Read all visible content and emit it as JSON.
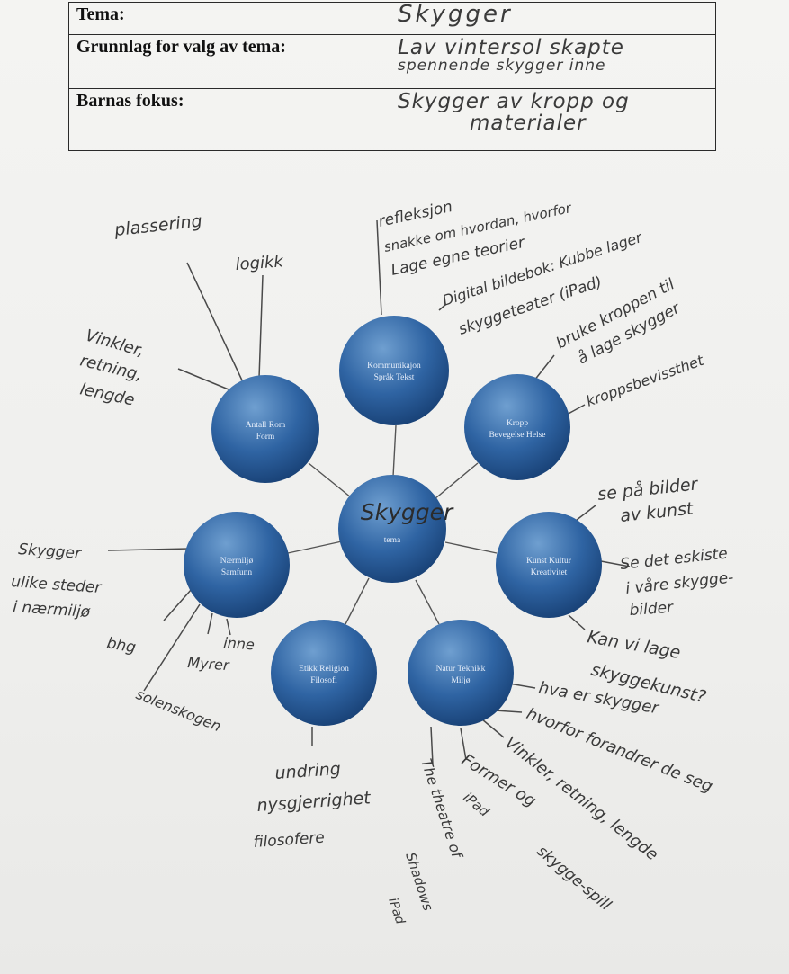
{
  "header": {
    "rows": [
      {
        "label": "Tema:",
        "value": [
          "Skygger"
        ]
      },
      {
        "label": "Grunnlag for valg av tema:",
        "value": [
          "Lav vintersol skapte",
          "spennende skygger inne"
        ]
      },
      {
        "label": "Barnas fokus:",
        "value": [
          "Skygger av kropp og",
          "materialer"
        ]
      }
    ]
  },
  "diagram": {
    "center": {
      "handwritten": "Skygger",
      "printed": "tema"
    },
    "bubbles": [
      {
        "id": "kommunikasjon",
        "lines": [
          "Kommunikajon",
          "Språk Tekst"
        ]
      },
      {
        "id": "kropp",
        "lines": [
          "Kropp",
          "Bevegelse Helse"
        ]
      },
      {
        "id": "kunst",
        "lines": [
          "Kunst Kultur",
          "Kreativitet"
        ]
      },
      {
        "id": "natur",
        "lines": [
          "Natur Teknikk",
          "Miljø"
        ]
      },
      {
        "id": "etikk",
        "lines": [
          "Etikk Religion",
          "Filosofi"
        ]
      },
      {
        "id": "naermiljo",
        "lines": [
          "Nærmiljø",
          "Samfunn"
        ]
      },
      {
        "id": "antall",
        "lines": [
          "Antall Rom",
          "Form"
        ]
      }
    ],
    "notes": {
      "kommunikasjon": [
        "refleksjon",
        "snakke om hvordan, hvorfor",
        "Lage egne teorier",
        "Digital bildebok: Kubbe lager",
        "skyggeteater (iPad)"
      ],
      "kropp": [
        "bruke kroppen til",
        "å lage skygger",
        "kroppsbevissthet"
      ],
      "kunst_top": [
        "se på bilder",
        "av kunst"
      ],
      "kunst_right": [
        "Se det eskiste",
        "i våre skygge-",
        "bilder"
      ],
      "kunst_bottom": [
        "Kan vi lage",
        "skyggekunst?"
      ],
      "natur": [
        "hva er skygger",
        "hvorfor forandrer de seg",
        "Vinkler, retning, lengde",
        "Former og",
        "iPad",
        "skygge-spill",
        "The theatre of",
        "Shadows",
        "iPad"
      ],
      "etikk": [
        "undring",
        "nysgjerrighet",
        "filosofere"
      ],
      "naermiljo": [
        "Skygger",
        "ulike steder",
        "i nærmiljø",
        "bhg",
        "inne",
        "Myrer",
        "solenskogen"
      ],
      "antall": [
        "plassering",
        "logikk",
        "Vinkler,",
        "retning,",
        "lengde"
      ]
    }
  },
  "colors": {
    "bubble_light": "#6f9fd0",
    "bubble_mid": "#2f64a3",
    "bubble_dark": "#173f73",
    "ink": "#3a3a3a",
    "lines": "#555555"
  }
}
